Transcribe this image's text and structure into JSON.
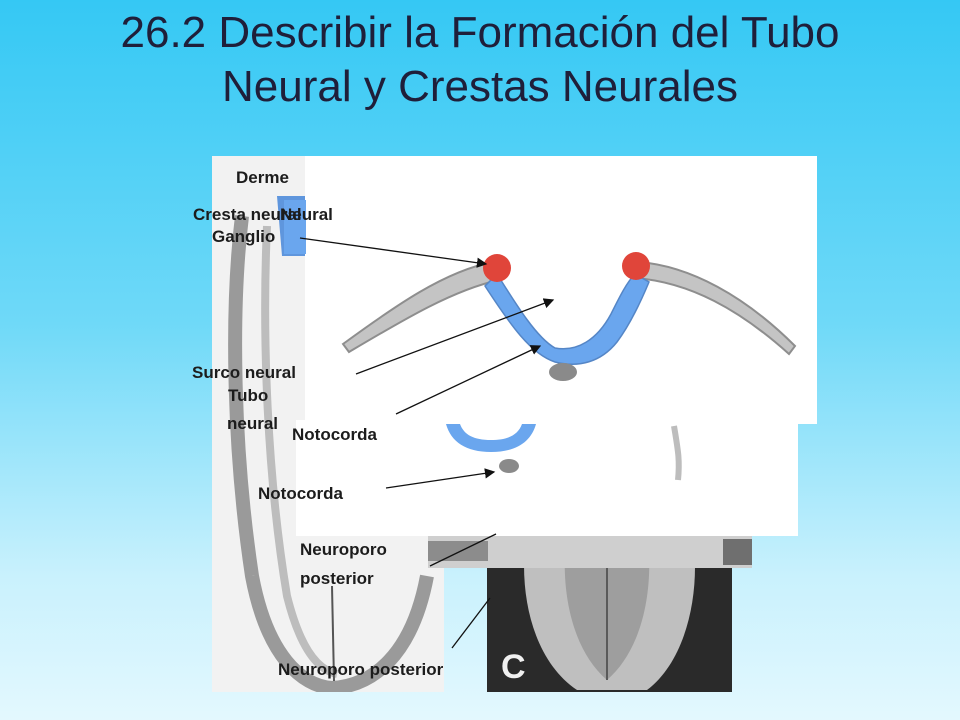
{
  "slide": {
    "title_line1": "26.2 Describir la Formación del Tubo",
    "title_line2": "Neural y Crestas Neurales"
  },
  "labels": {
    "dermo": "Derme",
    "cresta_neural": "Cresta neural",
    "neural_overlap": "Neural",
    "ganglio": "Ganglio",
    "surco_neural": "Surco neural",
    "tubo": "Tubo",
    "neural": "neural",
    "notocorda_upper": "Notocorda",
    "notocorda_lower": "Notocorda",
    "neuroporo": "Neuroporo",
    "posterior": "posterior",
    "neuroporo_posterior": "Neuroporo posterior",
    "panel_letter": "C"
  },
  "colors": {
    "neural_tissue": "#6aa6ee",
    "neural_crest": "#e0453a",
    "ectoderm": "#b9b9b9",
    "notochord": "#8a8a8a"
  }
}
